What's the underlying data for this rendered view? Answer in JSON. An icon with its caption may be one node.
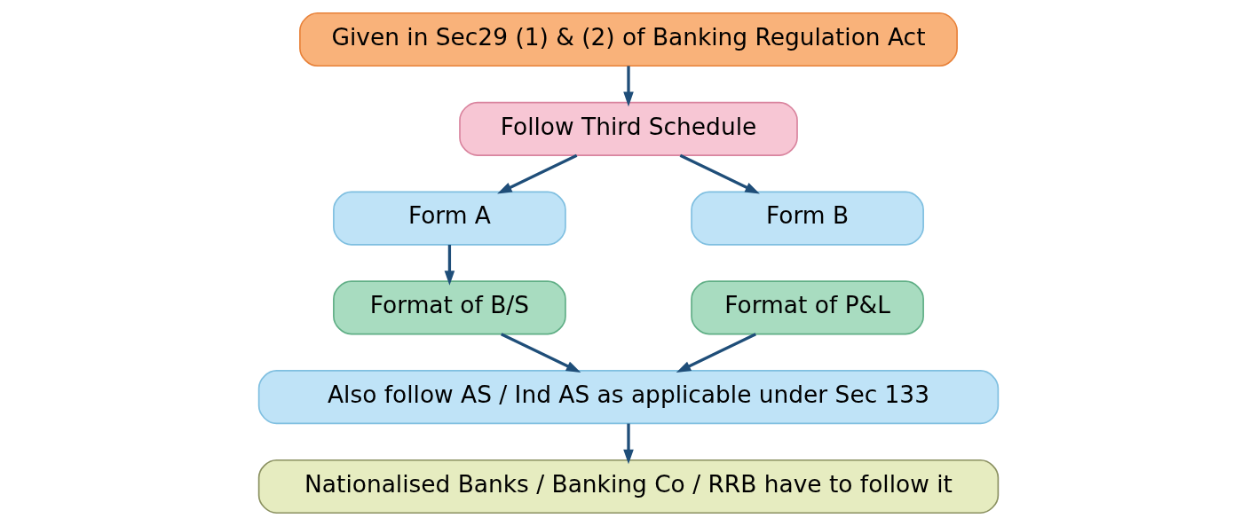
{
  "diagram": {
    "nodes": [
      {
        "text": [
          "Given in Sec29 (1) & (2) of Banking Regulation Act"
        ]
      },
      {
        "text": [
          "Follow Third Schedule"
        ]
      },
      {
        "text": [
          "Form A"
        ]
      },
      {
        "text": [
          "Form B"
        ]
      },
      {
        "text": [
          "Format of B/S"
        ]
      },
      {
        "text": [
          "Format of P&L"
        ]
      },
      {
        "text": [
          "Also follow AS / Ind AS as applicable under Sec 133"
        ]
      },
      {
        "text": [
          "Nationalised Banks / Banking Co / RRB have to follow it"
        ]
      }
    ],
    "edges": [
      {
        "from": 0,
        "to": 1,
        "arrow": "to"
      },
      {
        "from": 1,
        "to": 2,
        "arrow": "to"
      },
      {
        "from": 1,
        "to": 3,
        "arrow": "to"
      },
      {
        "from": 2,
        "to": 4,
        "arrow": "to"
      },
      {
        "from": 4,
        "to": 6,
        "arrow": "to"
      },
      {
        "from": 5,
        "to": 6,
        "arrow": "to"
      },
      {
        "from": 6,
        "to": 7,
        "arrow": "to"
      }
    ]
  }
}
